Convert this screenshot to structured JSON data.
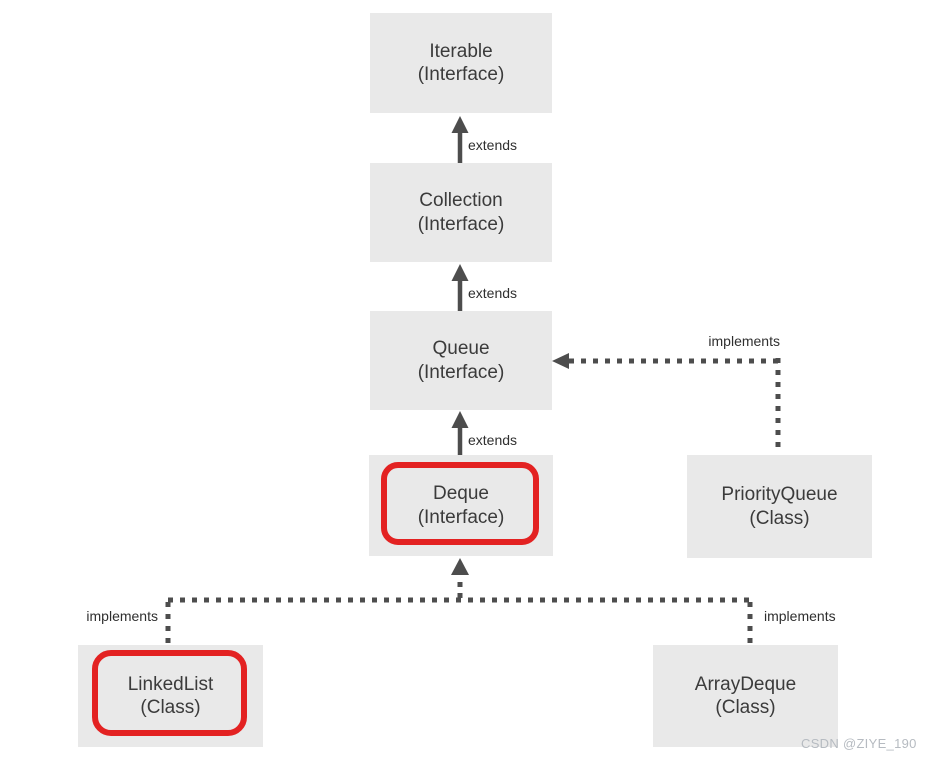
{
  "diagram": {
    "type": "class-hierarchy",
    "nodes": {
      "iterable": {
        "name": "Iterable",
        "kind": "(Interface)",
        "highlighted": false
      },
      "collection": {
        "name": "Collection",
        "kind": "(Interface)",
        "highlighted": false
      },
      "queue": {
        "name": "Queue",
        "kind": "(Interface)",
        "highlighted": false
      },
      "deque": {
        "name": "Deque",
        "kind": "(Interface)",
        "highlighted": true
      },
      "priorityqueue": {
        "name": "PriorityQueue",
        "kind": "(Class)",
        "highlighted": false
      },
      "linkedlist": {
        "name": "LinkedList",
        "kind": "(Class)",
        "highlighted": true
      },
      "arraydeque": {
        "name": "ArrayDeque",
        "kind": "(Class)",
        "highlighted": false
      }
    },
    "edges": {
      "collection_extends_iterable": {
        "label": "extends",
        "style": "solid-arrow-up"
      },
      "queue_extends_collection": {
        "label": "extends",
        "style": "solid-arrow-up"
      },
      "deque_extends_queue": {
        "label": "extends",
        "style": "solid-arrow-up"
      },
      "priorityqueue_implements_queue": {
        "label": "implements",
        "style": "dashed-arrow"
      },
      "linkedlist_implements_deque": {
        "label": "implements",
        "style": "dashed-arrow"
      },
      "arraydeque_implements_deque": {
        "label": "implements",
        "style": "dashed-arrow"
      }
    },
    "colors": {
      "node_fill": "#e9e9e9",
      "node_text": "#3b3b3b",
      "arrow": "#4d4d4d",
      "highlight_ring": "#e32222",
      "watermark": "#b6bbc1"
    },
    "watermark": "CSDN @ZIYE_190"
  }
}
